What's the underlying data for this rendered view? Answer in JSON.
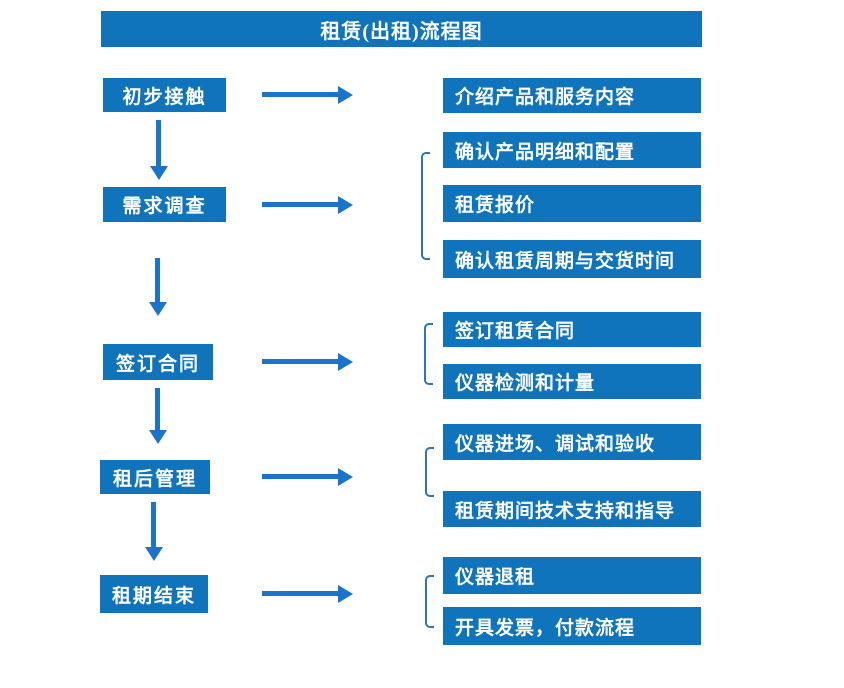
{
  "title": "租赁(出租)流程图",
  "colors": {
    "box_blue": "#1074BC",
    "arrow_blue": "#1A74CA",
    "bracket_blue": "#2E75B6",
    "text": "#FFFFFF",
    "background": "#FFFFFF"
  },
  "steps": [
    {
      "label": "初步接触",
      "outputs": [
        "介绍产品和服务内容"
      ]
    },
    {
      "label": "需求调查",
      "outputs": [
        "确认产品明细和配置",
        "租赁报价",
        "确认租赁周期与交货时间"
      ]
    },
    {
      "label": "签订合同",
      "outputs": [
        "签订租赁合同",
        "仪器检测和计量"
      ]
    },
    {
      "label": "租后管理",
      "outputs": [
        "仪器进场、调试和验收",
        "租赁期间技术支持和指导"
      ]
    },
    {
      "label": "租期结束",
      "outputs": [
        "仪器退租",
        "开具发票，付款流程"
      ]
    }
  ]
}
